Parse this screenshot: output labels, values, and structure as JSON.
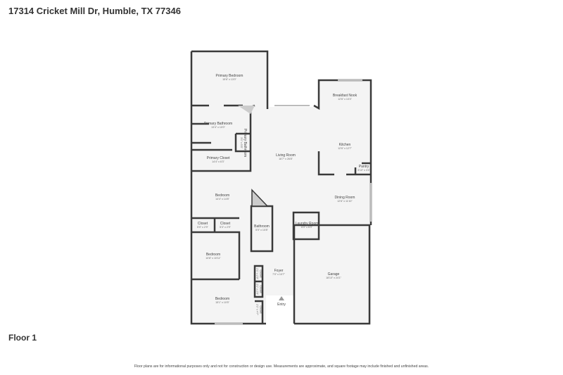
{
  "title": "17314 Cricket Mill Dr, Humble, TX 77346",
  "floor_label": "Floor 1",
  "disclaimer": "Floor plans are for informational purposes only and not for construction or design use. Measurements are approximate, and square footage may include finished and unfinished areas.",
  "rooms": [
    {
      "name": "Primary Bedroom",
      "dims": "15'6\" x 13'0\""
    },
    {
      "name": "Primary Bathroom",
      "dims": "13'4\" x 10'0\""
    },
    {
      "name": "Primary Bathroom",
      "dims": "3'1\" x 5'8\""
    },
    {
      "name": "Primary Closet",
      "dims": "14'4\" x 6'3\""
    },
    {
      "name": "Living Room",
      "dims": "16'7\" x 26'8\""
    },
    {
      "name": "Breakfast Nook",
      "dims": "12'6\" x 10'4\""
    },
    {
      "name": "Kitchen",
      "dims": "12'6\" x 12'7\""
    },
    {
      "name": "Pantry",
      "dims": "3'10\" x 3'4\""
    },
    {
      "name": "Dining Room",
      "dims": "12'6\" x 11'10\""
    },
    {
      "name": "Bedroom",
      "dims": "14'4\" x 14'8\""
    },
    {
      "name": "Closet",
      "dims": "5'0\" x 2'9\""
    },
    {
      "name": "Closet",
      "dims": "5'3\" x 2'9\""
    },
    {
      "name": "Bathroom",
      "dims": "5'0\" x 10'8\""
    },
    {
      "name": "Laundry Room",
      "dims": "6'0\" x 6'3\""
    },
    {
      "name": "Bedroom",
      "dims": "10'8\" x 10'11\""
    },
    {
      "name": "Foyer",
      "dims": "7'0\" x 10'7\""
    },
    {
      "name": "Closet",
      "dims": "2'1\" x 2'9\""
    },
    {
      "name": "Closet",
      "dims": "2'1\" x 2'9\""
    },
    {
      "name": "Garage",
      "dims": "18'10\" x 24'1\""
    },
    {
      "name": "Bedroom",
      "dims": "15'1\" x 10'5\""
    },
    {
      "name": "Closet",
      "dims": "2'1\" x 4'7\""
    },
    {
      "name": "Entry",
      "dims": ""
    }
  ]
}
